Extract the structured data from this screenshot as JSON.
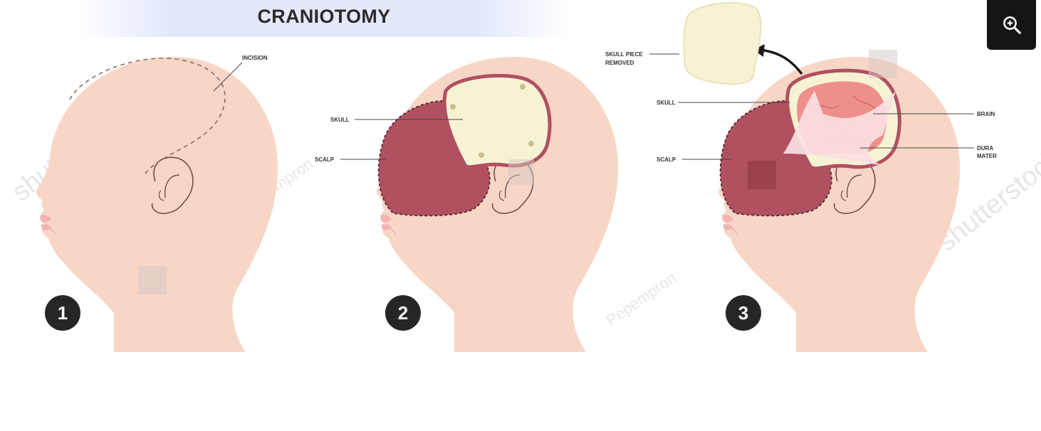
{
  "title": "CRANIOTOMY",
  "steps": [
    {
      "number": "1",
      "labels": {
        "incision": "INCISION"
      }
    },
    {
      "number": "2",
      "labels": {
        "skull": "SKULL",
        "scalp": "SCALP"
      }
    },
    {
      "number": "3",
      "labels": {
        "skull_piece_line1": "SKULL PIECE",
        "skull_piece_line2": "REMOVED",
        "skull": "SKULL",
        "scalp": "SCALP",
        "brain": "BRAIN",
        "dura_line1": "DURA",
        "dura_line2": "MATER"
      }
    }
  ],
  "watermarks": {
    "stock": "shutterstock",
    "author": "Pepempron"
  },
  "toolbar": {
    "zoom_icon": "zoom-in-icon"
  },
  "colors": {
    "skin": "#f7d6c6",
    "scalp": "#b15061",
    "skull": "#f6f3d4",
    "brain": "#ef8f8c",
    "dura": "#fbe0e2",
    "badge": "#262626"
  }
}
